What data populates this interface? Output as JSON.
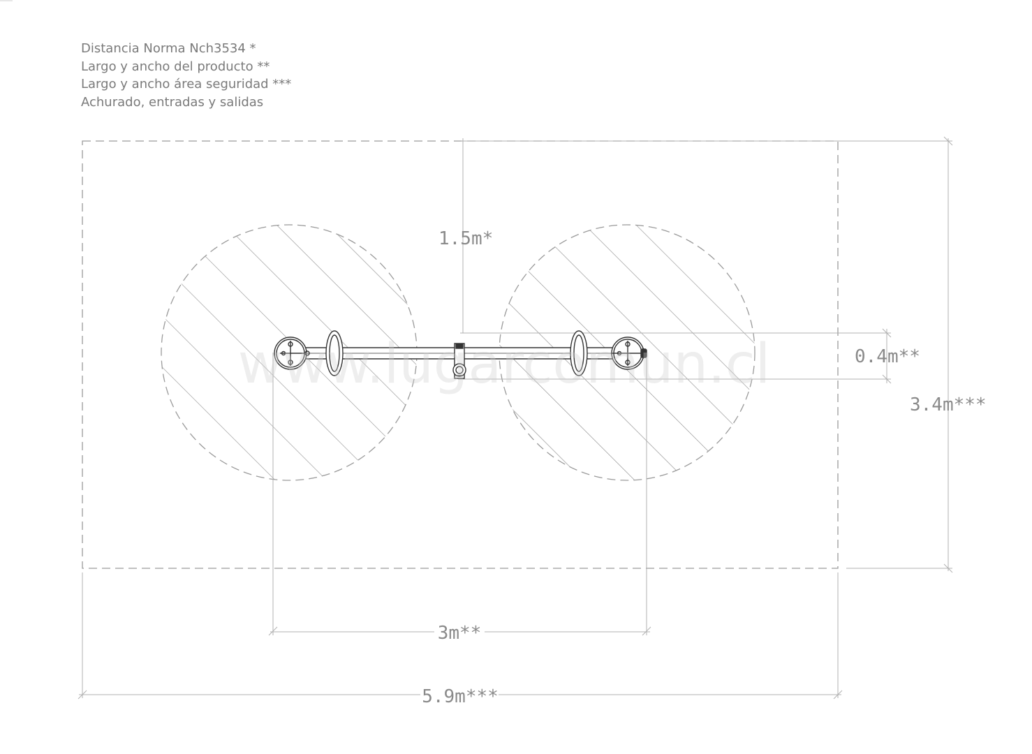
{
  "legend": {
    "line1": "Distancia Norma Nch3534 *",
    "line2": "Largo y ancho del producto **",
    "line3": "Largo y ancho área seguridad ***",
    "line4": "Achurado, entradas y salidas"
  },
  "dimensions": {
    "clearance": "1.5m*",
    "product_width": "0.4m**",
    "safety_height": "3.4m***",
    "product_length": "3m**",
    "safety_length": "5.9m***"
  },
  "watermark": "www.lugarcomun.cl",
  "colors": {
    "line": "#b0b0b0",
    "dash": "#9a9a9a",
    "text": "#7a7a7a",
    "product": "#333333"
  }
}
